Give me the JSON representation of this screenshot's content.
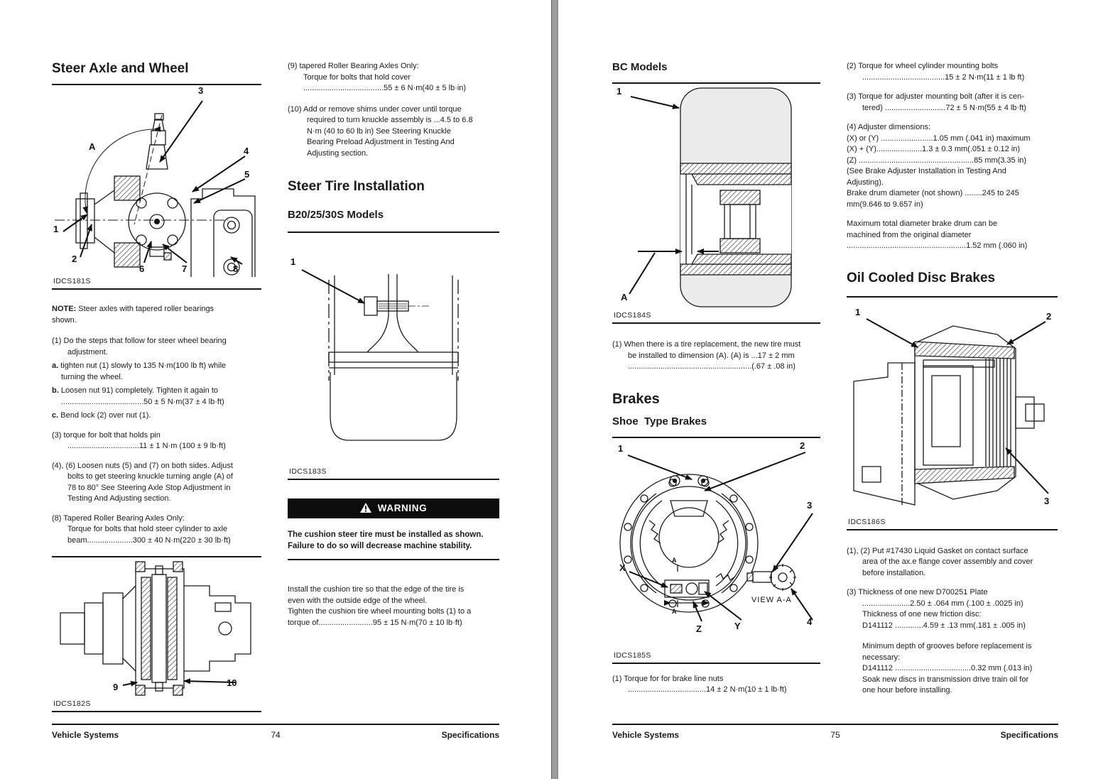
{
  "footer": {
    "left": "Vehicle Systems",
    "right": "Specifications",
    "page1_num": "74",
    "page2_num": "75"
  },
  "warning": {
    "label": "WARNING"
  },
  "p1c1": {
    "h1": "Steer Axle and Wheel",
    "fig181": {
      "caption": "IDCS181S",
      "labels": [
        "A",
        "1",
        "2",
        "3",
        "4",
        "5",
        "6",
        "7",
        "8"
      ]
    },
    "note_label": "NOTE:",
    "note": " Steer axles with tapered roller bearings\nshown.",
    "s1": "(1) Do the steps that follow for steer wheel bearing\nadjustment.",
    "a_label": "a.",
    "a": " tighten nut (1) slowly to 135 N·m(100 lb ft) while\nturning the wheel.",
    "b_label": "b.",
    "b": " Loosen nut 91) completely. Tighten it again to\n......................................50 ± 5 N·m(37 ± 4 lb·ft)",
    "c_label": "c.",
    "c": " Bend lock (2) over nut (1).",
    "s3": "(3) torque for bolt that holds pin\n.................................11 ± 1 N·m (100 ± 9 lb·ft)",
    "s46": "(4), (6) Loosen nuts (5) and (7) on both sides. Adjust\nbolts to get steering knuckle turning angle (A) of\n78 to 80° See Steering Axle Stop Adjustment in\nTesting And Adjusting section.",
    "s8": "(8) Tapered Roller Bearing Axles Only:\nTorque for bolts that hold steer cylinder to axle\nbeam.....................300 ± 40 N·m(220 ± 30 lb·ft)",
    "fig182": {
      "caption": "IDCS182S",
      "labels": [
        "9",
        "10"
      ]
    }
  },
  "p1c2": {
    "s9": "(9) tapered Roller Bearing Axles Only:\nTorque for bolts that hold cover\n.....................................55 ± 6 N·m(40 ± 5 lb·in)",
    "s10": "(10) Add or remove shims under cover until torque\nrequired to turn knuckle assembly is ...4.5 to 6.8\nN·m (40 to 60 lb in) See Steering Knuckle\nBearing Preload Adjustment in Testing And\nAdjusting section.",
    "h1": "Steer Tire Installation",
    "h2": "B20/25/30S Models",
    "fig183": {
      "caption": "IDCS183S",
      "labels": [
        "1"
      ]
    },
    "warn_text": "The cushion steer tire must be installed as shown.\nFailure to do so will decrease machine stability.",
    "install": "Install the cushion tire so that the edge of the tire is\neven with the outside edge of the wheel.\nTighten the cushion tire wheel mounting bolts (1) to a\ntorque of.........................95 ± 15 N·m(70 ± 10 lb·ft)"
  },
  "p2c1": {
    "h2": "BC Models",
    "fig184": {
      "caption": "IDCS184S",
      "labels": [
        "1",
        "A"
      ]
    },
    "s1": "(1) When there is a tire replacement, the new tire must\nbe installed to dimension (A). (A) is ...17 ± 2 mm\n.........................................................(.67 ± .08 in)",
    "h1": "Brakes",
    "h2b": "Shoe  Type Brakes",
    "fig185": {
      "caption": "IDCS185S",
      "labels": [
        "1",
        "2",
        "3",
        "X",
        "Z",
        "Y",
        "4",
        "A",
        "A"
      ],
      "view_label": "VIEW  A-A"
    },
    "s1b": "(1) Torque for for brake line nuts\n....................................14 ± 2 N·m(10 ± 1 lb·ft)"
  },
  "p2c2": {
    "s2": "(2) Torque for wheel cylinder mounting bolts\n......................................15 ± 2 N·m(11 ± 1 lb ft)",
    "s3": "(3) Torque for adjuster mounting bolt (after it is cen-\ntered) ............................72 ± 5 N·m(55 ± 4 lb·ft)",
    "s4": "(4) Adjuster dimensions:\n(X) or (Y) ........................1.05 mm (.041 in) maximum\n(X) + (Y).....................1.3 ± 0.3 mm(.051 ± 0.12 in)\n(Z) .....................................................85 mm(3.35 in)\n(See Brake Adjuster Installation in Testing And\nAdjusting).\nBrake drum diameter (not shown) ........245 to 245\nmm(9.646 to 9.657 in)",
    "smax": "Maximum total diameter brake drum can be\nmachined from the original diameter\n.......................................................1.52 mm (.060 in)",
    "h1": "Oil Cooled Disc Brakes",
    "fig186": {
      "caption": "IDCS186S",
      "labels": [
        "1",
        "2",
        "3"
      ]
    },
    "s12": "(1), (2) Put #17430 Liquid Gasket on contact surface\narea of the ax.e flange cover assembly and cover\nbefore installation.",
    "s3b": "(3) Thickness of one new D700251 Plate\n......................2.50 ± .064 mm (.100 ± .0025 in)\nThickness of one new friction disc:\nD141112 .............4.59 ± .13 mm(.181 ± .005 in)",
    "smin": "Minimum depth of grooves before replacement is\nnecessary:\nD141112 ...................................0.32 mm (.013 in)\nSoak new discs in transmission drive train oil for\none hour before installing."
  }
}
